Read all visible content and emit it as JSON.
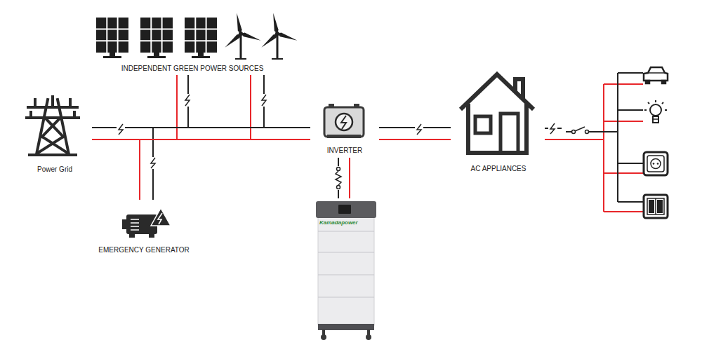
{
  "diagram": {
    "nodes": [
      {
        "text": [
          "Power Grid"
        ]
      },
      {
        "text": [
          "INDEPENDENT GREEN POWER SOURCES"
        ]
      },
      {
        "text": [
          "EMERGENCY GENERATOR"
        ]
      },
      {
        "text": [
          "INVERTER"
        ]
      },
      {
        "text": [
          "Kamadapower"
        ]
      },
      {
        "text": [
          "AC APPLIANCES"
        ]
      }
    ],
    "edges": [
      {
        "from": 0,
        "to": 3,
        "arrow": "none"
      },
      {
        "from": 1,
        "to": 3,
        "arrow": "none"
      },
      {
        "from": 2,
        "to": 3,
        "arrow": "none"
      },
      {
        "from": 3,
        "to": 5,
        "arrow": "none"
      },
      {
        "from": 3,
        "to": 4,
        "arrow": "none"
      }
    ]
  }
}
